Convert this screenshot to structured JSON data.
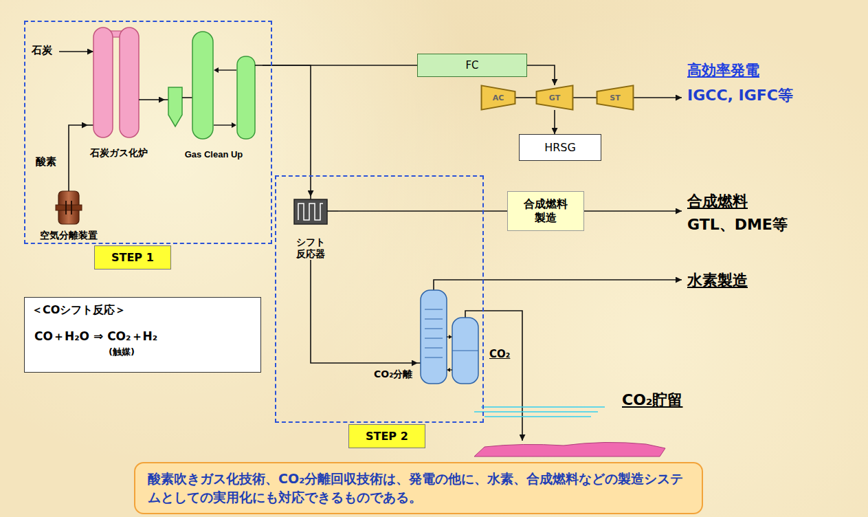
{
  "diagram": {
    "nodes": [
      {
        "text": [
          "STEP 1"
        ]
      },
      {
        "text": [
          "石炭ガス化炉"
        ],
        "in": 0
      },
      {
        "text": [
          "Gas Clean Up"
        ],
        "in": 0
      },
      {
        "text": [
          "空気分離装置"
        ],
        "in": 0
      },
      {
        "text": [
          "FC"
        ]
      },
      {
        "text": [
          "AC"
        ]
      },
      {
        "text": [
          "GT"
        ]
      },
      {
        "text": [
          "ST"
        ]
      },
      {
        "text": [
          "HRSG"
        ]
      },
      {
        "text": [
          "STEP 2"
        ]
      },
      {
        "text": [
          "シフト 反応器"
        ],
        "in": 9
      },
      {
        "text": [
          "CO₂分離"
        ],
        "in": 9
      },
      {
        "text": [
          "合成燃料 製造"
        ]
      },
      {
        "text": [
          "＜COシフト反応＞",
          "CO＋H₂O ⇒ CO₂＋H₂",
          "(触媒)"
        ]
      },
      {
        "text": [
          "酸素吹きガス化技術、CO₂分離回収技術は、発電の他に、水素、合成燃料などの製造システムとしての実用化にも対応できるものである。"
        ]
      }
    ],
    "edges": [
      {
        "from": 1,
        "to": 2,
        "arrow": "to"
      },
      {
        "from": 3,
        "to": 1,
        "arrow": "to"
      },
      {
        "from": 2,
        "to": 4,
        "arrow": "none"
      },
      {
        "from": 4,
        "to": 6,
        "arrow": "to"
      },
      {
        "from": 5,
        "to": 6,
        "arrow": "none"
      },
      {
        "from": 6,
        "to": 7,
        "arrow": "none"
      },
      {
        "from": 6,
        "to": 8,
        "arrow": "to"
      },
      {
        "from": 2,
        "to": 10,
        "arrow": "to"
      },
      {
        "from": 10,
        "to": 12,
        "arrow": "none"
      },
      {
        "from": 10,
        "to": 11,
        "arrow": "to"
      }
    ],
    "labels": [
      "石炭",
      "酸素",
      "高効率発電",
      "IGCC, IGFC等",
      "合成燃料",
      "GTL、DME等",
      "水素製造",
      "CO₂",
      "CO₂貯留"
    ]
  }
}
